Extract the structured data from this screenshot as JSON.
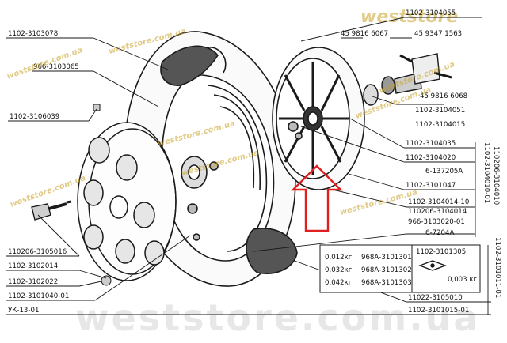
{
  "watermarks": {
    "top": "weststore",
    "bottom": "weststore.com.ua",
    "small": "weststore.com.ua"
  },
  "labels": {
    "part_3103078": "1102-3103078",
    "part_3103065": "966-3103065",
    "part_3106039": "1102-3106039",
    "part_3105016": "110206-3105016",
    "part_3102014": "1102-3102014",
    "part_3102022": "1102-3102022",
    "part_3101040": "1102-3101040-01",
    "part_yk": "УК-13-01",
    "part_3104055": "1102-3104055",
    "bolt_6067": "45 9816 6067",
    "bolt_1563": "45 9347 1563",
    "bolt_6068": "45 9816 6068",
    "part_3104051": "1102-3104051",
    "part_3104015": "1102-3104015",
    "part_3104035": "1102-3104035",
    "part_3104020": "1102-3104020",
    "part_137205": "6-137205А",
    "part_3101047": "1102-3101047",
    "part_3104014_10": "1102-3104014-10",
    "part_110206_3104014": "110206-3104014",
    "part_3103020": "966-3103020-01",
    "part_7204": "6-7204А",
    "part_3101305": "1102-3101305",
    "part_3105010": "11022-3105010",
    "part_3101015": "1102-3101015-01",
    "vert_3104010": "1102-3104010-01",
    "vert_110206": "110206-3104010",
    "vert_3101011": "1102-3101011-01"
  },
  "weights_table": {
    "rows": [
      {
        "weight": "0,012кг",
        "part": "968А-3101301"
      },
      {
        "weight": "0,032кг",
        "part": "968А-3101302"
      },
      {
        "weight": "0,042кг",
        "part": "968А-3101303"
      }
    ],
    "clip_weight": "0,003 кг."
  },
  "colors": {
    "line": "#1a1a1a",
    "arrow": "#e02020",
    "watermark": "#c9a227"
  }
}
